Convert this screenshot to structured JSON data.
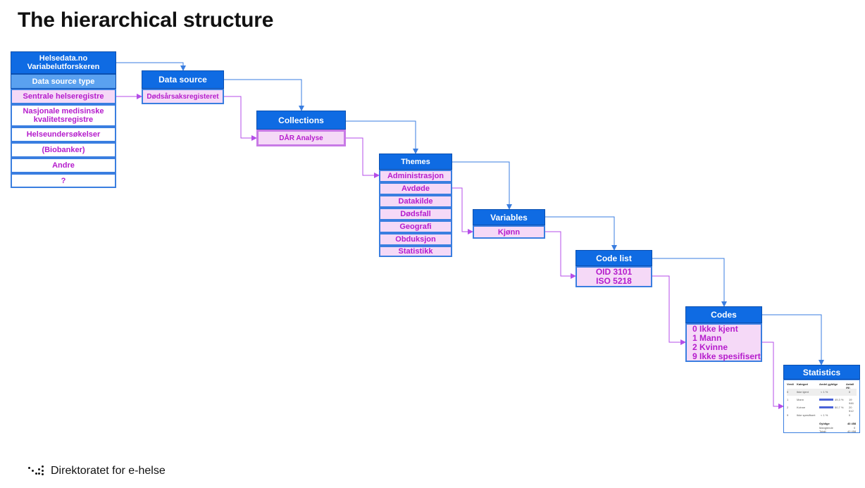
{
  "title": "The hierarchical structure",
  "helsedata": {
    "header": "Helsedata.no\nVariabelutforskeren",
    "subheader": "Data source type",
    "items": [
      "Sentrale helseregistre",
      "Nasjonale medisinske kvalitetsregistre",
      "Helseundersøkelser",
      "(Biobanker)",
      "Andre",
      "?"
    ]
  },
  "data_source": {
    "header": "Data source",
    "items": [
      "Dødsårsaksregisteret"
    ]
  },
  "collections": {
    "header": "Collections",
    "items": [
      "DÅR Analyse"
    ]
  },
  "themes": {
    "header": "Themes",
    "items": [
      "Administrasjon",
      "Avdøde",
      "Datakilde",
      "Dødsfall",
      "Geografi",
      "Obduksjon",
      "Statistikk"
    ]
  },
  "variables": {
    "header": "Variables",
    "items": [
      "Kjønn"
    ]
  },
  "code_list": {
    "header": "Code list",
    "lines": [
      "OID 3101",
      "ISO 5218"
    ]
  },
  "codes": {
    "header": "Codes",
    "lines": [
      "0 Ikke kjent",
      "1 Mann",
      "2 Kvinne",
      "9 Ikke spesifisert"
    ]
  },
  "statistics": {
    "header": "Statistics",
    "columns": [
      "Verdi",
      "Kategori",
      "Andel gyldige",
      "Antall (N)"
    ],
    "rows": [
      {
        "v": "0",
        "k": "Ikke kjent",
        "p": "< 1 %",
        "bar": 0.0,
        "n": "0"
      },
      {
        "v": "1",
        "k": "Mann",
        "p": "49,3 %",
        "bar": 0.493,
        "n": "19 946"
      },
      {
        "v": "2",
        "k": "Kvinne",
        "p": "50,7 %",
        "bar": 0.507,
        "n": "20 512"
      },
      {
        "v": "9",
        "k": "Ikke spesifisert",
        "p": "< 1 %",
        "bar": 0.0,
        "n": "0"
      }
    ],
    "totals": [
      {
        "label": "Gyldige",
        "value": "40 458"
      },
      {
        "label": "Manglende",
        "value": "0"
      },
      {
        "label": "Totalt",
        "value": "40 458"
      }
    ]
  },
  "footer": {
    "org": "Direktoratet for e-helse"
  },
  "colors": {
    "header_blue": "#0f6be3",
    "cell_pink": "#f5d9f7",
    "text_magenta": "#b51ccc",
    "arrow_blue": "#3a7ee0",
    "arrow_purple": "#b44ee8"
  }
}
